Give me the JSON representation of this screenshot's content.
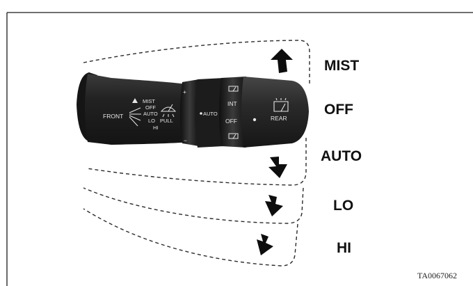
{
  "positions": [
    "MIST",
    "OFF",
    "AUTO",
    "LO",
    "HI"
  ],
  "front_control": {
    "label": "FRONT",
    "settings": [
      "MIST",
      "OFF",
      "AUTO",
      "LO",
      "HI"
    ],
    "pull_label": "PULL"
  },
  "ring_control": {
    "plus": "+",
    "minus": "−",
    "auto": "AUTO"
  },
  "rear_control": {
    "int_label": "INT",
    "off_label": "OFF",
    "rear_label": "REAR"
  },
  "figure_id": "TA0067062",
  "colors": {
    "stalk": "#1f1f1f",
    "outline": "#1a1a1a",
    "arrow": "#0d0d0d"
  },
  "icons": [
    "front-wiper-washer-icon",
    "rear-wiper-washer-icon",
    "arrow-up-icon",
    "arrow-down-icon"
  ]
}
